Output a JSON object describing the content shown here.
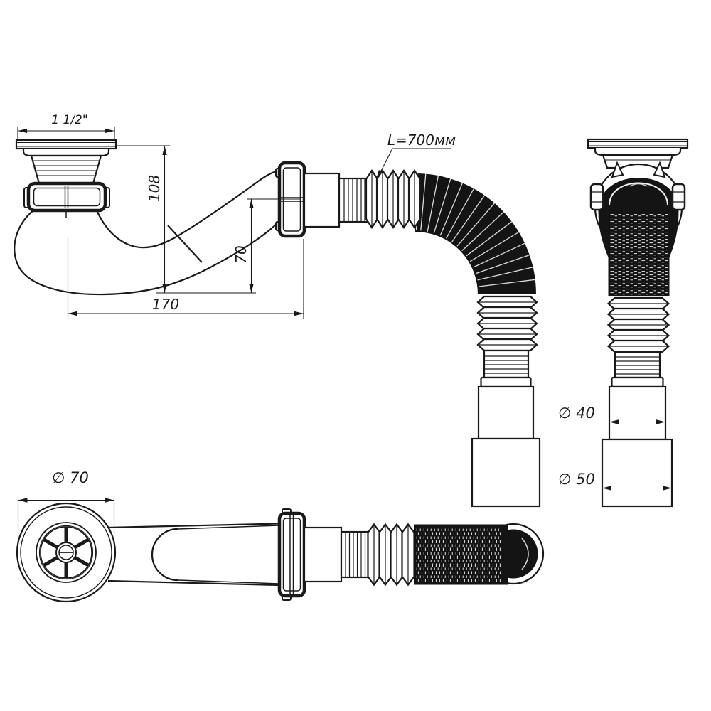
{
  "drawing": {
    "background": "#ffffff",
    "line_color": "#1a1a1a",
    "description": "technical-drawing-flexible-sink-siphon-three-views",
    "labels": {
      "thread_size": "1 1/2\"",
      "height_108": "108",
      "height_70": "70",
      "length_170": "170",
      "hose_length": "L=700мм",
      "dia_40": "∅ 40",
      "dia_50": "∅ 50",
      "dia_70": "∅ 70"
    }
  }
}
